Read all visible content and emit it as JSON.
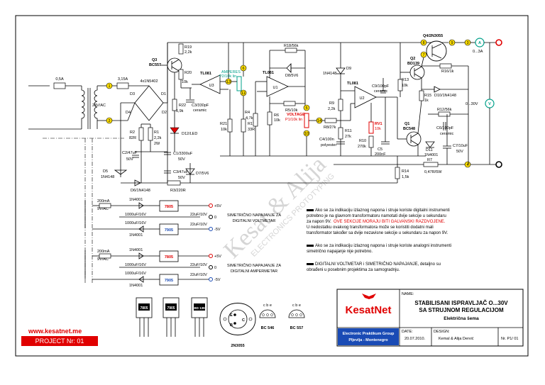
{
  "title_block": {
    "name_label": "NAME:",
    "title_line1": "STABILISANI ISPRAVLJAČ O...30V",
    "title_line2": "SA STRUJNOM REGULACIJOM",
    "title_line3": "Električna šema",
    "date_label": "DATE:",
    "date_value": "20.07.2010.",
    "design_label": "DESIGN:",
    "design_value": "Kemal & Alija Dervić",
    "sheet_no": "Nr. P1/ 01",
    "company": "KesatNet",
    "company_sub1": "Electronic Praktikum Group",
    "company_sub2": "Pljevlja - Montenegro"
  },
  "footer": {
    "website": "www.kesatnet.me",
    "project": "PROJECT Nr: 01"
  },
  "watermark": {
    "line1": "Kesat & Alija",
    "line2": "ELECTRONICS PROTOTYPING"
  },
  "notes": {
    "n1a": "Ako se za indikaciju izlaznog napona i struje koriste digitalni instrumenti",
    "n1b": "potrebno je na glavnom transformatoru namotati dvije sekcije u sekundaru",
    "n1c": "za napon 9V.",
    "n1d": "OVE SEKCIJE MORAJU BITI GALVANSKI RAZDVOJENE.",
    "n1e": "U nedostatku ovakvog transformatora može se koristiti dodatni mali",
    "n1f": "transformator također sa dvije nezavisne sekcije u sekundaru za napon 9V.",
    "n2": "Ako se za indikaciju izlaznog napona i struje koriste analogni instrumenti",
    "n2b": "simetrično napajanje nije potrebno.",
    "n3a": "DIGITALNI VOLTMETAR i SIMETRIČNO NAPAJANJE, detaljno su",
    "n3b": "obrađeni u posebnim projektima za samogradnju.",
    "sim1a": "SIMETRIČNO NAPAJANJE ZA",
    "sim1b": "DIGITALNI VOLTMETAR",
    "sim2a": "SIMETRIČNO NAPAJANJE ZA",
    "sim2b": "DIGITALNI AMPERMETAR"
  },
  "labels": {
    "fuse1": "0,5A",
    "fuse2": "3,15A",
    "bridge": "4x1N5402",
    "d1": "D1",
    "d2": "D2",
    "d3": "D3",
    "d4": "D4",
    "ac24": "24V/AC",
    "r19": "R19",
    "r19v": "2,2k",
    "q3": "Q3",
    "q3v": "BC557",
    "r20": "R20",
    "r20v": "10k",
    "r22": "R22",
    "r22v": "5,9k",
    "d12": "D12/LED",
    "c3": "C3/330pF",
    "c3b": "ceramic",
    "tl081a": "TL081",
    "u3": "U3",
    "amperes": "AMPERES",
    "p2": "P2/10k lin",
    "r21": "R21",
    "r21v": "10k",
    "r17": "R17",
    "r17v": "33R",
    "r18": "R18/56k",
    "tl081b": "TL081",
    "d8": "D8/5V6",
    "u1": "U1",
    "r4": "R4",
    "r4v": "4,7k",
    "r6": "R6",
    "r6v": "10k",
    "r5": "R5/10k",
    "voltage": "VOLTAGE",
    "p1": "P1/10k lin",
    "d9": "D9",
    "d9v": "1N4148",
    "tl081c": "TL081",
    "u2": "U2",
    "r9": "R9",
    "r9v": "2,2k",
    "r8": "R8/27k",
    "r11": "R11",
    "r11v": "27k",
    "c4": "C4/100n",
    "c4b": "polyester",
    "c9": "C9/100pF",
    "c9b": "ceramic",
    "rv1": "RV1",
    "rv1v": "10k",
    "r10": "R10",
    "r10v": "270k",
    "c5": "C5",
    "c5v": "200nF",
    "q4": "Q4/2N3055",
    "q2": "Q2",
    "q2v": "BD139",
    "r13": "R13",
    "r13v": "10k",
    "r15": "R15",
    "r15v": "1k",
    "r16": "R16/1k",
    "d10": "D10/1N4148",
    "q1": "Q1",
    "q1v": "BC548",
    "r12": "R12/56k",
    "c6": "C6/100pF",
    "c6b": "ceramic",
    "d11": "D11",
    "d11v": "1N4001",
    "c7": "C7/10uF",
    "c7b": "50V",
    "r7": "R7",
    "r7v": "0,47R/5W",
    "r14": "R14",
    "r14v": "1,5k",
    "out_a": "0...3A",
    "out_v": "0...30V",
    "meter_a": "A",
    "meter_v": "V",
    "r2": "R2",
    "r2v": "82R",
    "r1": "R1",
    "r1v": "2,2k",
    "r1b": "2W",
    "c2": "C2/47uF",
    "c2b": "50V",
    "c1": "C1/3300uF",
    "c1b": "50V",
    "d5": "D5",
    "d5v": "1N4148",
    "c3b2": "C3/47uF",
    "c3b3": "50V",
    "d7": "D7/5V6",
    "d6": "D6/1N4148",
    "r3": "R3/220R",
    "ma1": "200mA",
    "ma2": "200mA",
    "ac9a": "9V/AC",
    "ac9b": "9V/AC",
    "n4001": "1N4001",
    "cap1000": "1000uF/16V",
    "cap22": "22uF/10V",
    "reg7805": "7805",
    "reg7905": "7905",
    "p5": "+5V",
    "p0": "0",
    "m5": "-5V",
    "pkg1": "7805",
    "pkg2": "7905",
    "pkg3": "BD 139",
    "pkg_to3": "2N3055",
    "pkg_e": "E",
    "pkg_b": "B",
    "pkg_c": "C",
    "pkg_bc546": "BC 546",
    "pkg_bc557": "BC 557",
    "cbe": "c b e",
    "n1": "1",
    "n2": "2",
    "n3": "3",
    "n4": "4",
    "n5": "5",
    "n6": "6",
    "n7": "7",
    "n8": "8",
    "n9": "9",
    "n10": "10",
    "n11": "11",
    "n12": "12",
    "n13": "13",
    "n14": "14"
  }
}
